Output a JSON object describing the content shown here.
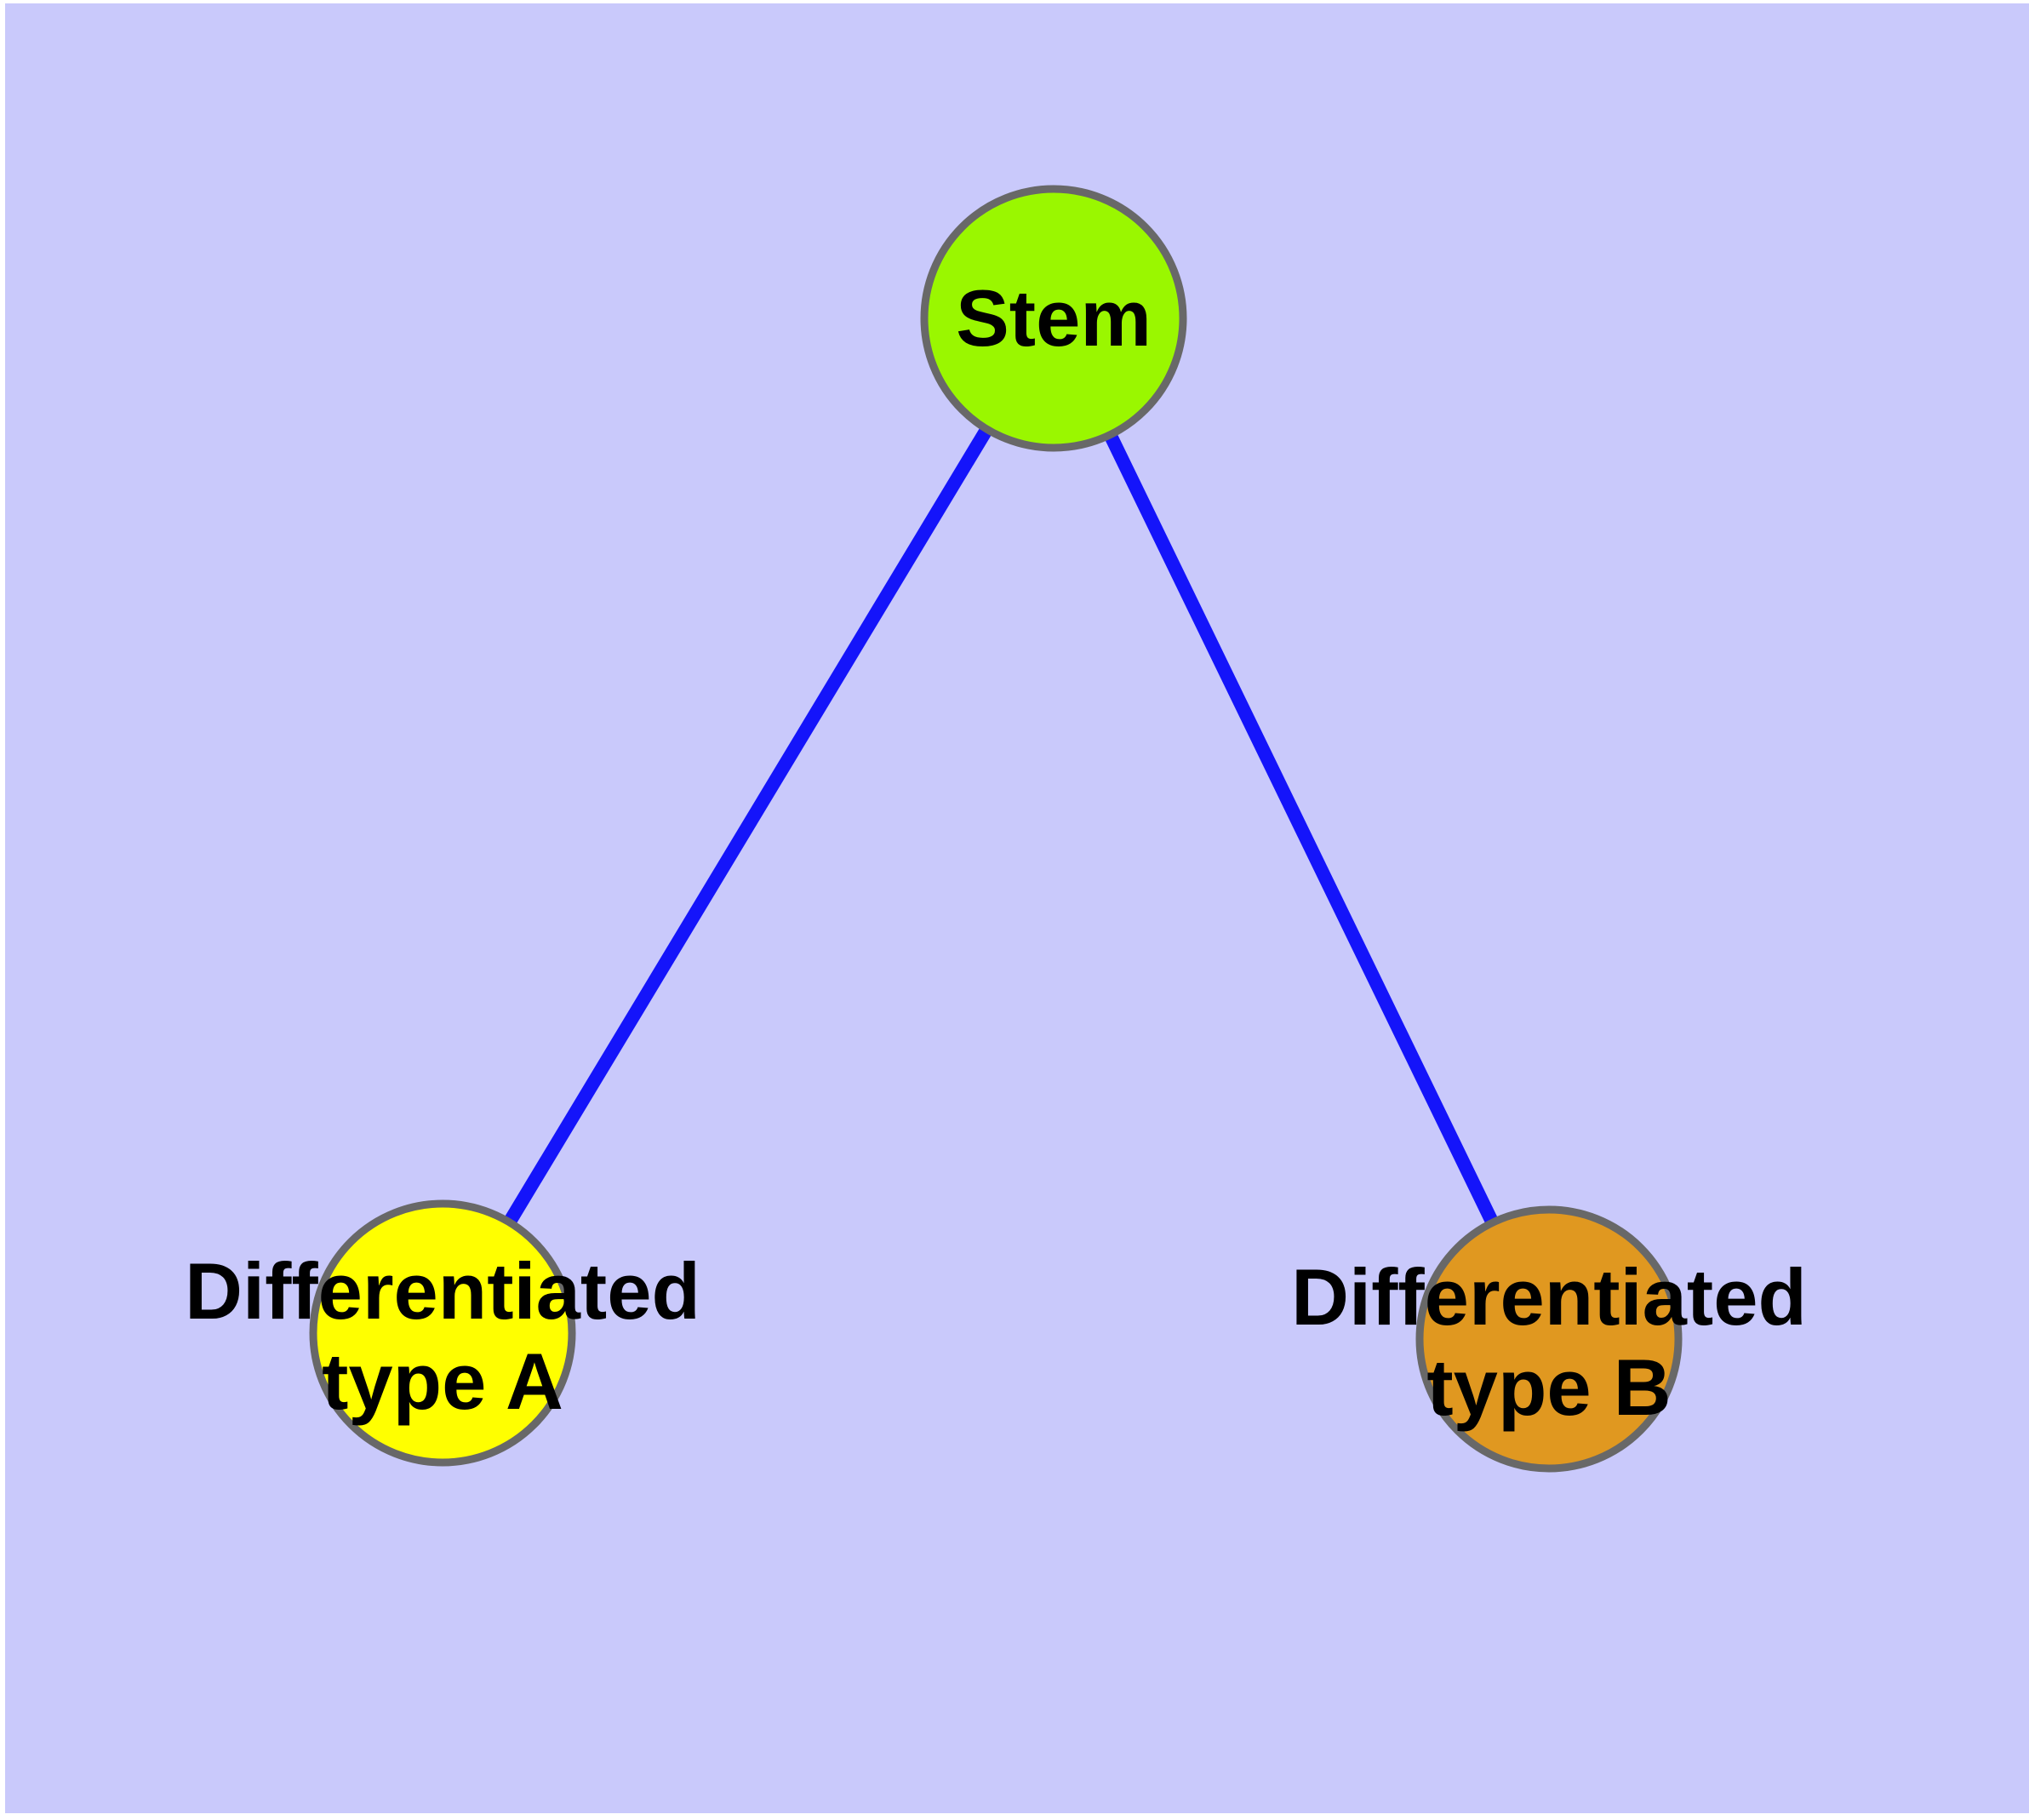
{
  "graph": {
    "background_color": "#C9C9FB",
    "frame_color": "#FFFFFF",
    "edge_color": "#1414FA",
    "node_border_color": "#686868",
    "label_color": "#000000",
    "nodes": [
      {
        "id": "stem",
        "label_line1": "Stem",
        "label_line2": "",
        "fill": "#9AF700"
      },
      {
        "id": "differentiated-type-a",
        "label_line1": "Differentiated",
        "label_line2": "type A",
        "fill": "#FFFF00"
      },
      {
        "id": "differentiated-type-b",
        "label_line1": "Differentiated",
        "label_line2": "type B",
        "fill": "#E09820"
      }
    ],
    "edges": [
      {
        "from": "Stem",
        "to": "Differentiated type A"
      },
      {
        "from": "Stem",
        "to": "Differentiated type B"
      }
    ]
  }
}
